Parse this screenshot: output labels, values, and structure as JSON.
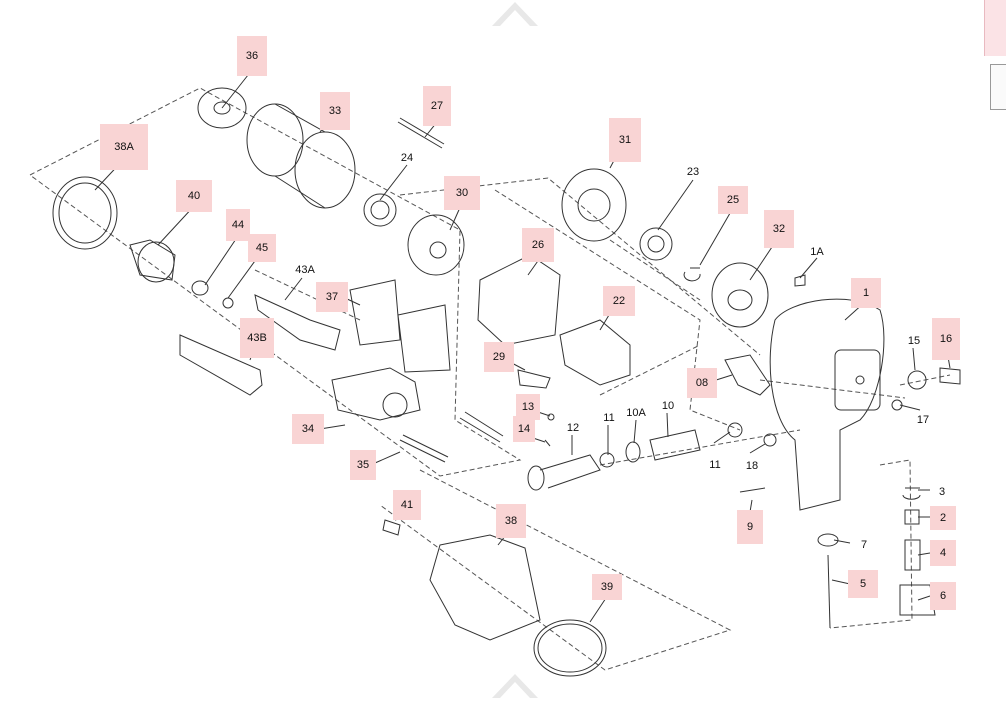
{
  "diagram": {
    "part_labels": [
      {
        "id": "36",
        "hl": true
      },
      {
        "id": "33",
        "hl": true
      },
      {
        "id": "27",
        "hl": true
      },
      {
        "id": "38A",
        "hl": true
      },
      {
        "id": "24",
        "hl": false
      },
      {
        "id": "40",
        "hl": true
      },
      {
        "id": "30",
        "hl": true
      },
      {
        "id": "31",
        "hl": true
      },
      {
        "id": "23",
        "hl": false
      },
      {
        "id": "25",
        "hl": true
      },
      {
        "id": "44",
        "hl": true
      },
      {
        "id": "45",
        "hl": true
      },
      {
        "id": "26",
        "hl": true
      },
      {
        "id": "32",
        "hl": true
      },
      {
        "id": "1A",
        "hl": false
      },
      {
        "id": "43A",
        "hl": false
      },
      {
        "id": "37",
        "hl": true
      },
      {
        "id": "22",
        "hl": true
      },
      {
        "id": "1",
        "hl": true
      },
      {
        "id": "43B",
        "hl": true
      },
      {
        "id": "29",
        "hl": true
      },
      {
        "id": "15",
        "hl": false
      },
      {
        "id": "16",
        "hl": true
      },
      {
        "id": "08",
        "hl": true
      },
      {
        "id": "13",
        "hl": true
      },
      {
        "id": "17",
        "hl": false
      },
      {
        "id": "11",
        "hl": false
      },
      {
        "id": "10A",
        "hl": false
      },
      {
        "id": "10",
        "hl": false
      },
      {
        "id": "34",
        "hl": true
      },
      {
        "id": "14",
        "hl": true
      },
      {
        "id": "12",
        "hl": false
      },
      {
        "id": "11",
        "hl": false
      },
      {
        "id": "18",
        "hl": false
      },
      {
        "id": "35",
        "hl": true
      },
      {
        "id": "3",
        "hl": false
      },
      {
        "id": "41",
        "hl": true
      },
      {
        "id": "38",
        "hl": true
      },
      {
        "id": "2",
        "hl": true
      },
      {
        "id": "9",
        "hl": true
      },
      {
        "id": "7",
        "hl": false
      },
      {
        "id": "4",
        "hl": true
      },
      {
        "id": "5",
        "hl": true
      },
      {
        "id": "39",
        "hl": true
      },
      {
        "id": "6",
        "hl": true
      }
    ]
  },
  "nav": {
    "up_icon": "chevron-up-icon",
    "down_icon": "chevron-up-icon"
  },
  "colors": {
    "highlight": "#f9d4d4",
    "line": "#333333",
    "dash": "#555555"
  }
}
